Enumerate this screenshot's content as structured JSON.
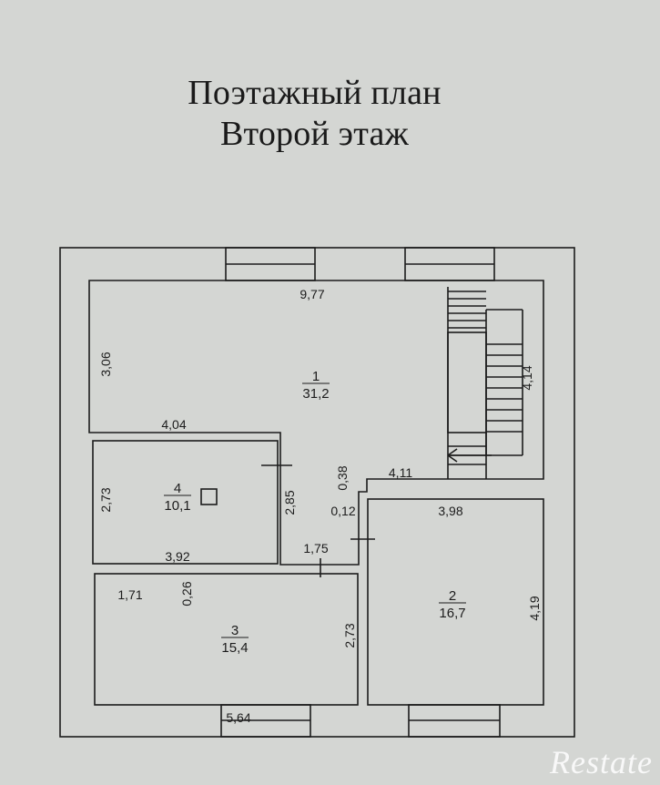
{
  "title": "Поэтажный план",
  "subtitle": "Второй этаж",
  "rooms": [
    {
      "number": "1",
      "area": "31,2"
    },
    {
      "number": "2",
      "area": "16,7"
    },
    {
      "number": "3",
      "area": "15,4"
    },
    {
      "number": "4",
      "area": "10,1"
    }
  ],
  "dimensions": [
    "9,77",
    "3,06",
    "4,14",
    "4,04",
    "2,73",
    "2,85",
    "0,38",
    "4,11",
    "0,12",
    "3,98",
    "3,92",
    "1,75",
    "1,71",
    "0,26",
    "2,73",
    "4,19",
    "5,64"
  ],
  "watermark": "Restate"
}
